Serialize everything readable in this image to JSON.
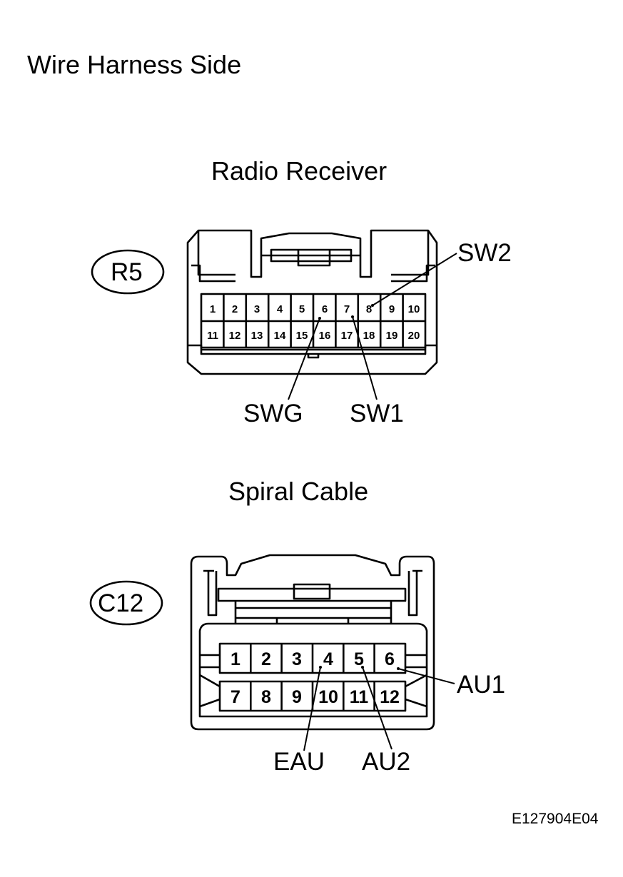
{
  "page_title": "Wire Harness Side",
  "footer_code": "E127904E04",
  "connectors": [
    {
      "title": "Radio Receiver",
      "id_badge": "R5",
      "pins_row1": [
        "1",
        "2",
        "3",
        "4",
        "5",
        "6",
        "7",
        "8",
        "9",
        "10"
      ],
      "pins_row2": [
        "11",
        "12",
        "13",
        "14",
        "15",
        "16",
        "17",
        "18",
        "19",
        "20"
      ],
      "labels": {
        "sw2": "SW2",
        "swg": "SWG",
        "sw1": "SW1"
      }
    },
    {
      "title": "Spiral Cable",
      "id_badge": "C12",
      "pins_row1": [
        "1",
        "2",
        "3",
        "4",
        "5",
        "6"
      ],
      "pins_row2": [
        "7",
        "8",
        "9",
        "10",
        "11",
        "12"
      ],
      "labels": {
        "au1": "AU1",
        "eau": "EAU",
        "au2": "AU2"
      }
    }
  ]
}
